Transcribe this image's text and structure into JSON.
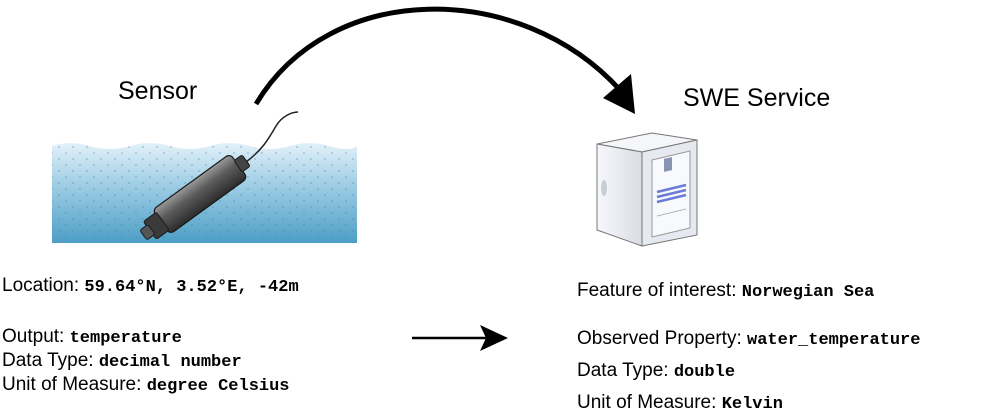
{
  "sensor": {
    "title": "Sensor",
    "location_label": "Location:",
    "location_value": "59.64°N, 3.52°E, -42m",
    "output_label": "Output:",
    "output_value": "temperature",
    "datatype_label": "Data Type:",
    "datatype_value": "decimal number",
    "uom_label": "Unit of Measure:",
    "uom_value": "degree Celsius"
  },
  "service": {
    "title": "SWE Service",
    "foi_label": "Feature of interest:",
    "foi_value": "Norwegian Sea",
    "property_label": "Observed Property:",
    "property_value": "water_temperature",
    "datatype_label": "Data Type:",
    "datatype_value": "double",
    "uom_label": "Unit of Measure:",
    "uom_value": "Kelvin"
  },
  "colors": {
    "water_top": "#d6eaf5",
    "water_bottom": "#5aa7cc",
    "sensor_body": "#555555",
    "server_case": "#eef1f5",
    "server_accent": "#6b7bd8"
  }
}
